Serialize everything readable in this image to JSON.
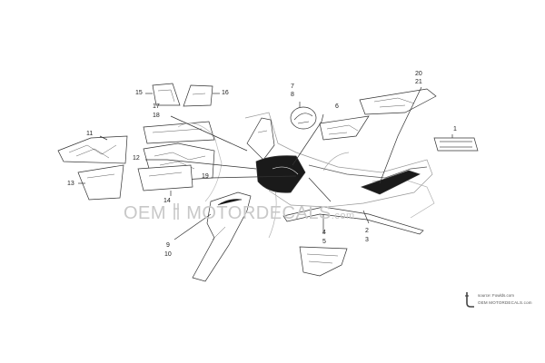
{
  "callouts": {
    "c1": "1",
    "c2": "2",
    "c3": "3",
    "c4": "4",
    "c5": "5",
    "c6": "6",
    "c7": "7",
    "c8": "8",
    "c9": "9",
    "c10": "10",
    "c11": "11",
    "c12": "12",
    "c13": "13",
    "c14": "14",
    "c15": "15",
    "c16": "16",
    "c17": "17",
    "c18": "18",
    "c19": "19",
    "c20": "20",
    "c21": "21"
  },
  "watermark": {
    "main": "OEM",
    "motor": "MOTORDECALS",
    "suffix": ".com"
  },
  "source": {
    "line": "source: Fowlds.com",
    "brand": "OEM MOTORDECALS.com"
  },
  "colors": {
    "line": "#333333",
    "decal_dark": "#1a1a1a",
    "watermark": "#c8c8c8"
  },
  "icons": {
    "wing_logo": "wing-logo-icon",
    "watermark_mark": "fork-icon"
  }
}
